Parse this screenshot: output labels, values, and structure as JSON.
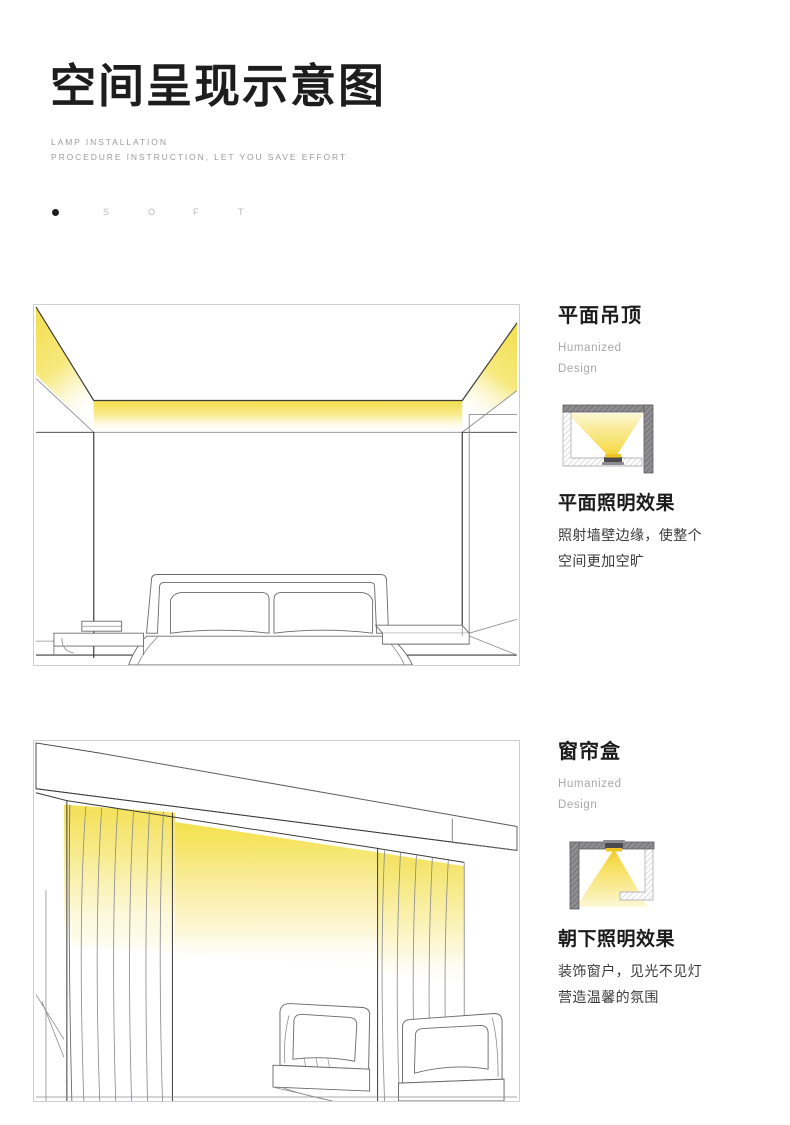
{
  "header": {
    "title": "空间呈现示意图",
    "subtitle_line1": "LAMP INSTALLATION",
    "subtitle_line2": "PROCEDURE INSTRUCTION, LET YOU SAVE EFFORT",
    "soft_letters": [
      "S",
      "O",
      "F",
      "T"
    ]
  },
  "colors": {
    "glow": "#f5e35a",
    "glow_strong": "#f2de4d",
    "line": "#3b3b3b",
    "line_light": "#8d8d90",
    "panel_border": "#cfcfd2",
    "title": "#1b1b1b",
    "muted": "#a8a8ac",
    "icon_dark": "#6f6f72",
    "icon_light": "#d6d6d8"
  },
  "sections": [
    {
      "scene_name": "flat-ceiling-bedroom-scene",
      "title": "平面吊顶",
      "sub_line1": "Humanized",
      "sub_line2": "Design",
      "icon_name": "cove-uplight-profile-icon",
      "effect_title": "平面照明效果",
      "effect_desc_line1": "照射墙壁边缘，使整个",
      "effect_desc_line2": "空间更加空旷"
    },
    {
      "scene_name": "curtain-box-livingroom-scene",
      "title": "窗帘盒",
      "sub_line1": "Humanized",
      "sub_line2": "Design",
      "icon_name": "pelmet-downlight-profile-icon",
      "effect_title": "朝下照明效果",
      "effect_desc_line1": "装饰窗户，见光不见灯",
      "effect_desc_line2": "营造温馨的氛围"
    }
  ]
}
